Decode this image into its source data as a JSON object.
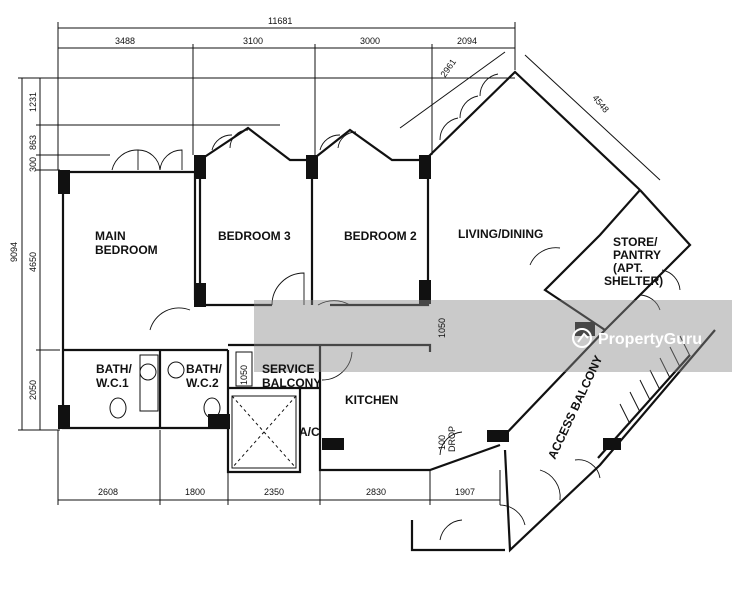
{
  "dimensions": {
    "top_total": "11681",
    "top_segments": [
      "3488",
      "3100",
      "3000",
      "2094"
    ],
    "bottom_segments": [
      "2608",
      "1800",
      "2350",
      "2830",
      "1907"
    ],
    "left_total": "9094",
    "left_segments": [
      "1231",
      "863",
      "300",
      "4650",
      "2050"
    ],
    "diagonal_a": "2961",
    "diagonal_b": "4548",
    "inner": [
      "1050",
      "1050"
    ]
  },
  "rooms": {
    "main_bedroom": [
      "MAIN",
      "BEDROOM"
    ],
    "bedroom3": "BEDROOM 3",
    "bedroom2": "BEDROOM 2",
    "living": "LIVING/DINING",
    "store": [
      "STORE/",
      "PANTRY",
      "(APT.",
      "SHELTER)"
    ],
    "bath1": [
      "BATH/",
      "W.C.1"
    ],
    "bath2": [
      "BATH/",
      "W.C.2"
    ],
    "service": [
      "SERVICE",
      "BALCONY"
    ],
    "kitchen": "KITCHEN",
    "ac": "A/C",
    "drop": [
      "100",
      "DROP"
    ],
    "access": "ACCESS BALCONY"
  },
  "watermark": {
    "brand": "PropertyGuru",
    "brand_icon": "propertyguru-logo-icon",
    "band_color": "#8a8a8a"
  }
}
